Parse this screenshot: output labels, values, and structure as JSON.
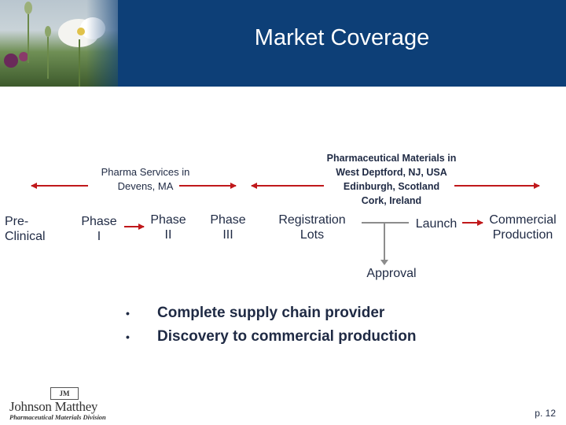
{
  "header": {
    "title": "Market Coverage"
  },
  "diagram": {
    "stages": {
      "preclinical": "Pre-\nClinical",
      "phase1": "Phase\nI",
      "phase2": "Phase\nII",
      "phase3": "Phase\nIII",
      "registration": "Registration\nLots",
      "launch": "Launch",
      "commercial": "Commercial\nProduction",
      "approval": "Approval"
    },
    "groups": {
      "pharma_services": "Pharma Services in\nDevens, MA",
      "pharma_materials": "Pharmaceutical Materials in\nWest Deptford, NJ, USA\nEdinburgh, Scotland\nCork, Ireland"
    },
    "colors": {
      "arrow": "#c0181b",
      "connector": "#8c8c8c",
      "banner": "#0d3f77"
    }
  },
  "bullets": [
    "Complete supply chain provider",
    "Discovery to commercial production"
  ],
  "footer": {
    "logo_mark": "JM",
    "logo_name": "Johnson Matthey",
    "logo_division": "Pharmaceutical Materials Division",
    "page": "p. 12"
  }
}
